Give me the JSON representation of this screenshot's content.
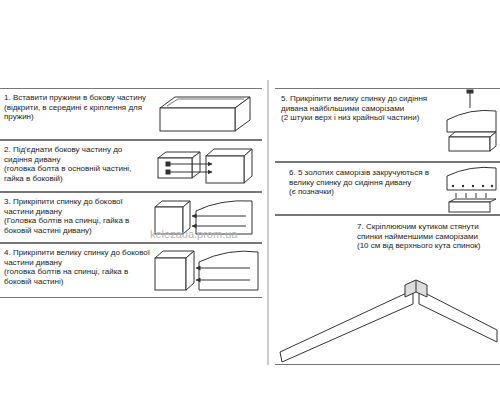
{
  "diagram": {
    "nodes": [
      {
        "text": [
          "1. Вставити пружини в бокову частину",
          "(відкрити, в середині є кріплення для пружин)"
        ]
      },
      {
        "text": [
          "2. Під'єднати бокову частину до сидіння дивану",
          "(головка болта в основній частині, гайка в боковій)"
        ]
      },
      {
        "text": [
          "3. Прикріпити спинку до бокової частини дивану",
          "(Головка болтів на спинці, гайка в боковій частині дивану)"
        ]
      },
      {
        "text": [
          "4. Прикріпити велику спинку до бокової частини дивану",
          "(головка болтів на спинці, гайка в боковій частині)"
        ]
      },
      {
        "text": [
          "5. Прикріпити велику спинку до сидіння дивана найбільшими саморізами",
          "(2 штуки верх і низ крайньої частини)"
        ]
      },
      {
        "text": [
          "6. 5 золотих саморізів закручуються в велику спинку до сидіння дивану",
          "(є позначки)"
        ]
      },
      {
        "text": [
          "7. Скріплюючим кутиком стянути спинки найменшими саморізами",
          "(10 см від верхнього кута спинок)"
        ]
      }
    ],
    "labels": [
      "kelezaua.prom.ua"
    ]
  }
}
